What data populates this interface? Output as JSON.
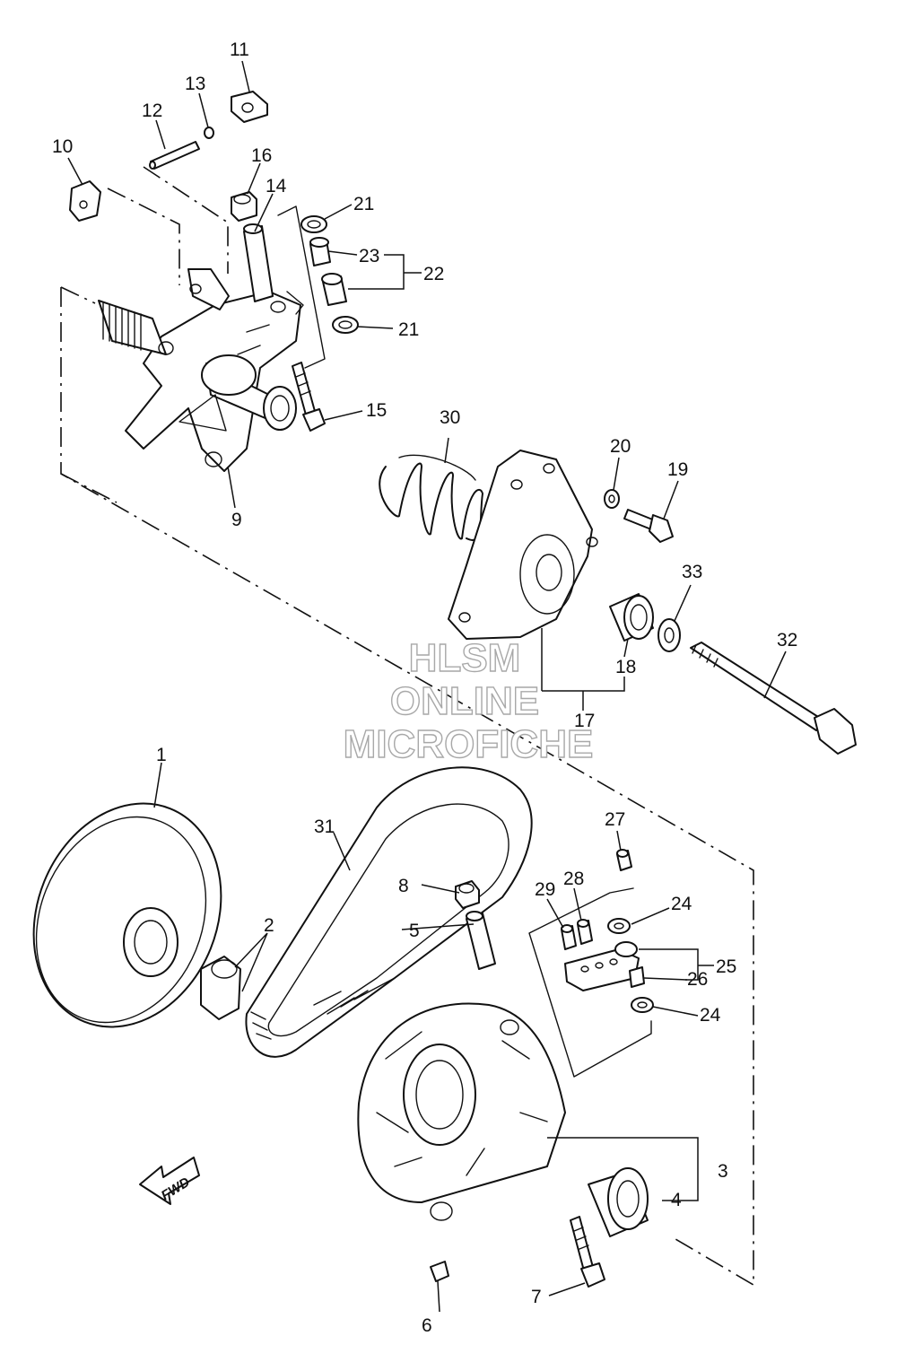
{
  "diagram": {
    "callouts": [
      "1",
      "2",
      "3",
      "4",
      "5",
      "6",
      "7",
      "8",
      "9",
      "10",
      "11",
      "12",
      "13",
      "14",
      "15",
      "16",
      "17",
      "18",
      "19",
      "20",
      "21",
      "21",
      "22",
      "23",
      "24",
      "24",
      "25",
      "26",
      "27",
      "28",
      "29",
      "30",
      "31",
      "32",
      "33"
    ],
    "watermark": {
      "line1": "HLSM",
      "line2": "ONLINE",
      "line3": "MICROFICHE"
    },
    "fwd_label": "FWD",
    "icons": [
      "fwd-arrow-icon"
    ]
  }
}
